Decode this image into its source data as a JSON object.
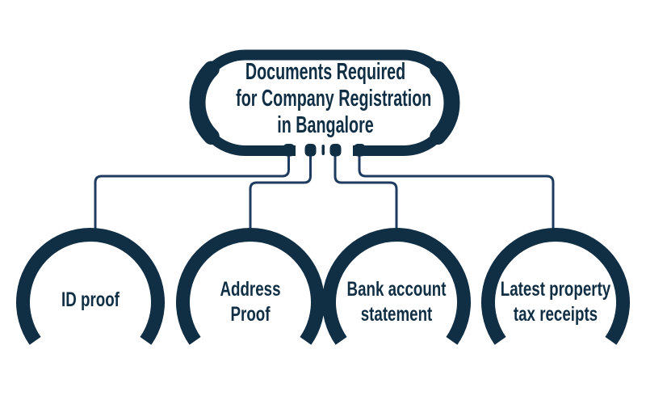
{
  "root": {
    "title_lines": [
      "Documents Required",
      "for Company Registration",
      "in Bangalore"
    ]
  },
  "nodes": [
    {
      "label_lines": [
        "ID proof"
      ]
    },
    {
      "label_lines": [
        "Address",
        "Proof"
      ]
    },
    {
      "label_lines": [
        "Bank account",
        "statement"
      ]
    },
    {
      "label_lines": [
        "Latest property",
        "tax receipts"
      ]
    }
  ],
  "colors": {
    "shape": "#102e44",
    "connector": "#1d3c5f",
    "background": "#ffffff"
  }
}
